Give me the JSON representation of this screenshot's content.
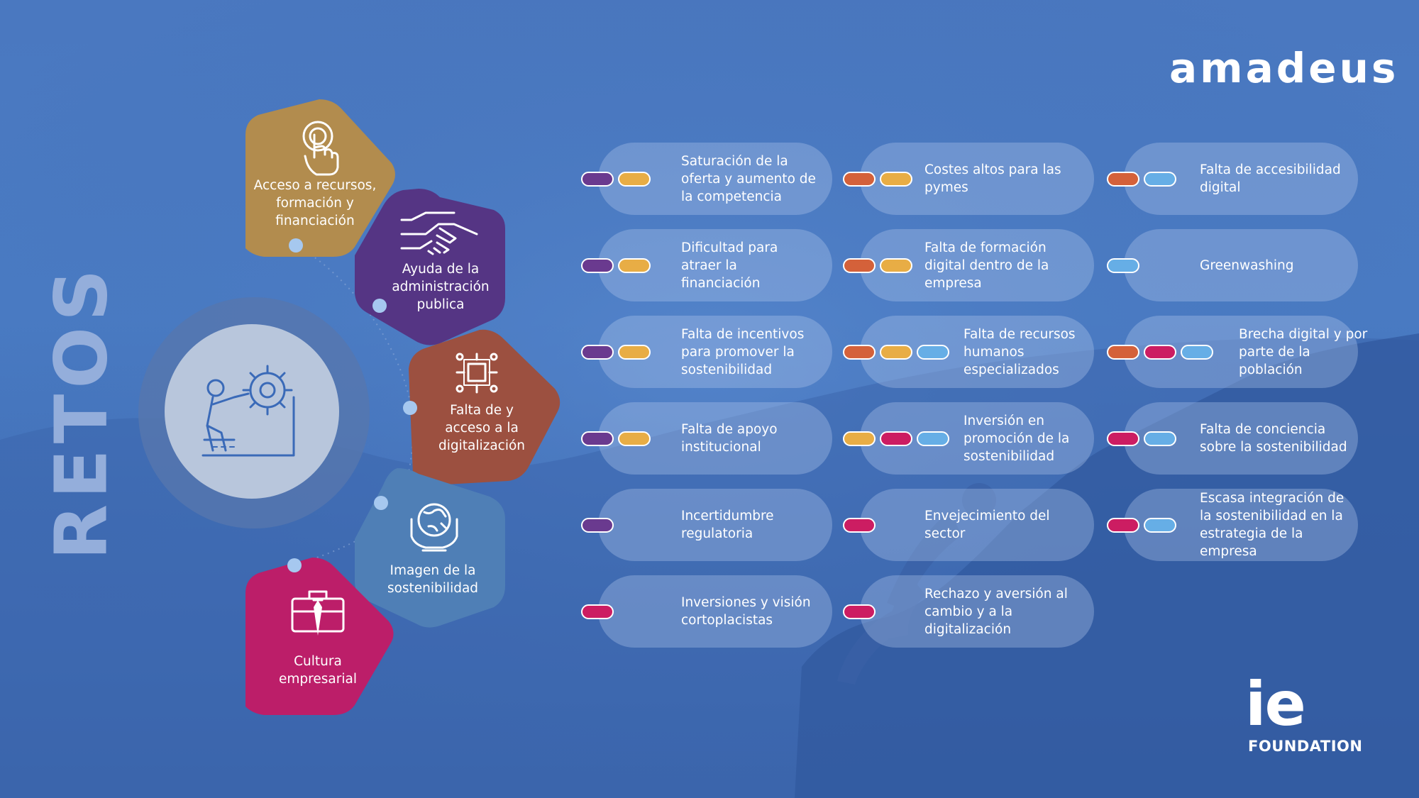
{
  "title": "RETOS",
  "logos": {
    "amadeus": "amadeus",
    "ie": "ie",
    "ie_foundation": "FOUNDATION"
  },
  "colors": {
    "gold": "#b28c4e",
    "purple": "#553584",
    "rust": "#9c5040",
    "steel": "#4f7fb6",
    "magenta": "#bc1e69",
    "orange": "#d4613a",
    "yellow": "#e8ad45",
    "light_blue": "#66aee6",
    "pill_dark_purple": "#6a3a8f",
    "pill_magenta": "#cc1d62"
  },
  "categories": [
    {
      "id": "acceso",
      "label": "Acceso a recursos,\nformación y\nfinanciación",
      "icon": "hand-pointer-icon",
      "color": "#b28c4e"
    },
    {
      "id": "ayuda",
      "label": "Ayuda de la\nadministración\npublica",
      "icon": "handshake-icon",
      "color": "#553584"
    },
    {
      "id": "digital",
      "label": "Falta de y\nacceso a la\ndigitalización",
      "icon": "digital-network-icon",
      "color": "#9c5040"
    },
    {
      "id": "imagen",
      "label": "Imagen de la\nsostenibilidad",
      "icon": "globe-hands-icon",
      "color": "#4f7fb6"
    },
    {
      "id": "cultura",
      "label": "Cultura\nempresarial",
      "icon": "briefcase-tie-icon",
      "color": "#bc1e69"
    }
  ],
  "center_icon": "person-pushing-gear-icon",
  "challenges": [
    {
      "text": "Saturación de la\noferta y aumento de\nla competencia",
      "tags": [
        "#6a3a8f",
        "#e8ad45"
      ]
    },
    {
      "text": "Costes altos para las\npymes",
      "tags": [
        "#d4613a",
        "#e8ad45"
      ]
    },
    {
      "text": "Falta de accesibilidad\ndigital",
      "tags": [
        "#d4613a",
        "#66aee6"
      ]
    },
    {
      "text": "Dificultad para\natraer la\nfinanciación",
      "tags": [
        "#6a3a8f",
        "#e8ad45"
      ]
    },
    {
      "text": "Falta de formación\ndigital dentro de la\nempresa",
      "tags": [
        "#d4613a",
        "#e8ad45"
      ]
    },
    {
      "text": "Greenwashing",
      "tags": [
        "#66aee6"
      ]
    },
    {
      "text": "Falta de incentivos\npara promover la\nsostenibilidad",
      "tags": [
        "#6a3a8f",
        "#e8ad45"
      ]
    },
    {
      "text": "Falta de recursos\nhumanos\nespecializados",
      "tags": [
        "#d4613a",
        "#e8ad45",
        "#66aee6"
      ]
    },
    {
      "text": "Brecha digital y por\nparte de la\npoblación",
      "tags": [
        "#d4613a",
        "#cc1d62",
        "#66aee6"
      ]
    },
    {
      "text": "Falta de apoyo\ninstitucional",
      "tags": [
        "#6a3a8f",
        "#e8ad45"
      ]
    },
    {
      "text": "Inversión en\npromoción de  la\nsostenibilidad",
      "tags": [
        "#e8ad45",
        "#cc1d62",
        "#66aee6"
      ]
    },
    {
      "text": "Falta de conciencia\nsobre la sostenibilidad",
      "tags": [
        "#cc1d62",
        "#66aee6"
      ]
    },
    {
      "text": "Incertidumbre\nregulatoria",
      "tags": [
        "#6a3a8f"
      ]
    },
    {
      "text": "Envejecimiento del\nsector",
      "tags": [
        "#cc1d62"
      ]
    },
    {
      "text": "Escasa integración de\nla sostenibilidad en la\nestrategia de la\nempresa",
      "tags": [
        "#cc1d62",
        "#66aee6"
      ]
    },
    {
      "text": "Inversiones y visión\ncortoplacistas",
      "tags": [
        "#cc1d62"
      ]
    },
    {
      "text": "Rechazo y aversión al\ncambio y a la digitalización",
      "tags": [
        "#cc1d62"
      ]
    }
  ]
}
